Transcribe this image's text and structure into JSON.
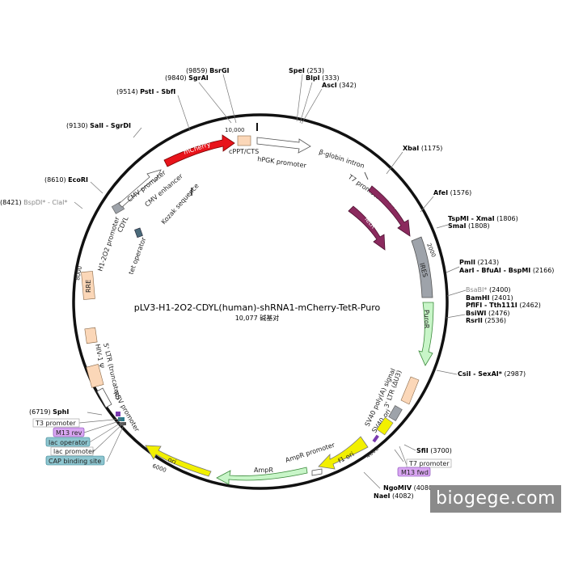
{
  "plasmid": {
    "name": "pLV3-H1-2O2-CDYL(human)-shRNA1-mCherry-TetR-Puro",
    "size_label": "10,077 碱基对",
    "length_bp": 10077
  },
  "ticks": [
    {
      "label": "10,000",
      "bp": 10000
    },
    {
      "label": "2000",
      "bp": 2000
    },
    {
      "label": "4000",
      "bp": 4000
    },
    {
      "label": "6000",
      "bp": 6000
    },
    {
      "label": "8000",
      "bp": 8000
    }
  ],
  "sites": [
    {
      "name": "BsrGI",
      "pos": "(9859)",
      "side": "left",
      "grayname": false
    },
    {
      "name": "SgrAI",
      "pos": "(9840)",
      "side": "left",
      "grayname": false
    },
    {
      "name": "PstI - SbfI",
      "pos": "(9514)",
      "side": "left",
      "grayname": false
    },
    {
      "name": "SalI - SgrDI",
      "pos": "(9130)",
      "side": "left",
      "grayname": false
    },
    {
      "name": "EcoRI",
      "pos": "(8610)",
      "side": "left",
      "grayname": false
    },
    {
      "name": "BspDI* - ClaI*",
      "pos": "(8421)",
      "side": "left",
      "grayname": true
    },
    {
      "name": "SphI",
      "pos": "(6719)",
      "side": "left",
      "grayname": false
    },
    {
      "name": "SpeI",
      "pos": "(253)",
      "side": "right",
      "grayname": false
    },
    {
      "name": "BlpI",
      "pos": "(333)",
      "side": "right",
      "grayname": false
    },
    {
      "name": "AscI",
      "pos": "(342)",
      "side": "right",
      "grayname": false
    },
    {
      "name": "XbaI",
      "pos": "(1175)",
      "side": "right",
      "grayname": false
    },
    {
      "name": "AfeI",
      "pos": "(1576)",
      "side": "right",
      "grayname": false
    },
    {
      "name": "TspMI - XmaI",
      "pos": "(1806)",
      "side": "right",
      "grayname": false
    },
    {
      "name": "SmaI",
      "pos": "(1808)",
      "side": "right",
      "grayname": false
    },
    {
      "name": "PmlI",
      "pos": "(2143)",
      "side": "right",
      "grayname": false
    },
    {
      "name": "AarI - BfuAI - BspMI",
      "pos": "(2166)",
      "side": "right",
      "grayname": false
    },
    {
      "name": "BsaBI*",
      "pos": "(2400)",
      "side": "right",
      "grayname": true
    },
    {
      "name": "BamHI",
      "pos": "(2401)",
      "side": "right",
      "grayname": false
    },
    {
      "name": "PflFI - Tth111I",
      "pos": "(2462)",
      "side": "right",
      "grayname": false
    },
    {
      "name": "BsiWI",
      "pos": "(2476)",
      "side": "right",
      "grayname": false
    },
    {
      "name": "RsrII",
      "pos": "(2536)",
      "side": "right",
      "grayname": false
    },
    {
      "name": "CsiI - SexAI*",
      "pos": "(2987)",
      "side": "right",
      "grayname": false
    },
    {
      "name": "SfiI",
      "pos": "(3700)",
      "side": "right",
      "grayname": false
    },
    {
      "name": "NgoMIV",
      "pos": "(4080)",
      "side": "right",
      "grayname": false
    },
    {
      "name": "NaeI",
      "pos": "(4082)",
      "side": "right",
      "grayname": false
    }
  ],
  "features": {
    "mcherry": "mCherry",
    "cppt": "cPPT/CTS",
    "hpgk": "hPGK promoter",
    "bglobin": "β-globin intron",
    "t7_top": "T7 promoter",
    "tetr_outer": "TetR",
    "tetr_inner": "TetR",
    "ires": "IRES",
    "puror": "PuroR",
    "ltr3": "3' LTR (ΔU3)",
    "sv40polya": "SV40 poly(A) signal",
    "sv40ori": "SV40 ori",
    "t7_bottom": "T7 promoter",
    "m13fwd": "M13 fwd",
    "f1ori": "f1 ori",
    "amprp": "AmpR promoter",
    "ampr": "AmpR",
    "ori": "ori",
    "cap": "CAP binding site",
    "lacp": "lac promoter",
    "laco": "lac operator",
    "m13rev": "M13 rev",
    "t3": "T3 promoter",
    "rsv": "RSV promoter",
    "ltr5": "5' LTR (truncated)",
    "hiv": "HIV-1 Ψ",
    "rre": "RRE",
    "h1": "H1-2O2 promoter",
    "cdyl": "CDYL",
    "tetop": "tet operator",
    "cmvp": "CMV promoter",
    "cmve": "CMV enhancer",
    "kozak": "Kozak sequence"
  },
  "colors": {
    "mcherry": "#e8141b",
    "tetr": "#8b2a5e",
    "ires": "#9ea3aa",
    "marker": "#c8f5c8",
    "ori": "#f2f000",
    "ltr": "#fbd7b8",
    "tag_violet": "#d9a6f2",
    "tag_teal": "#8ec6d0",
    "backbone": "#111111"
  },
  "watermark": "biogege.com"
}
